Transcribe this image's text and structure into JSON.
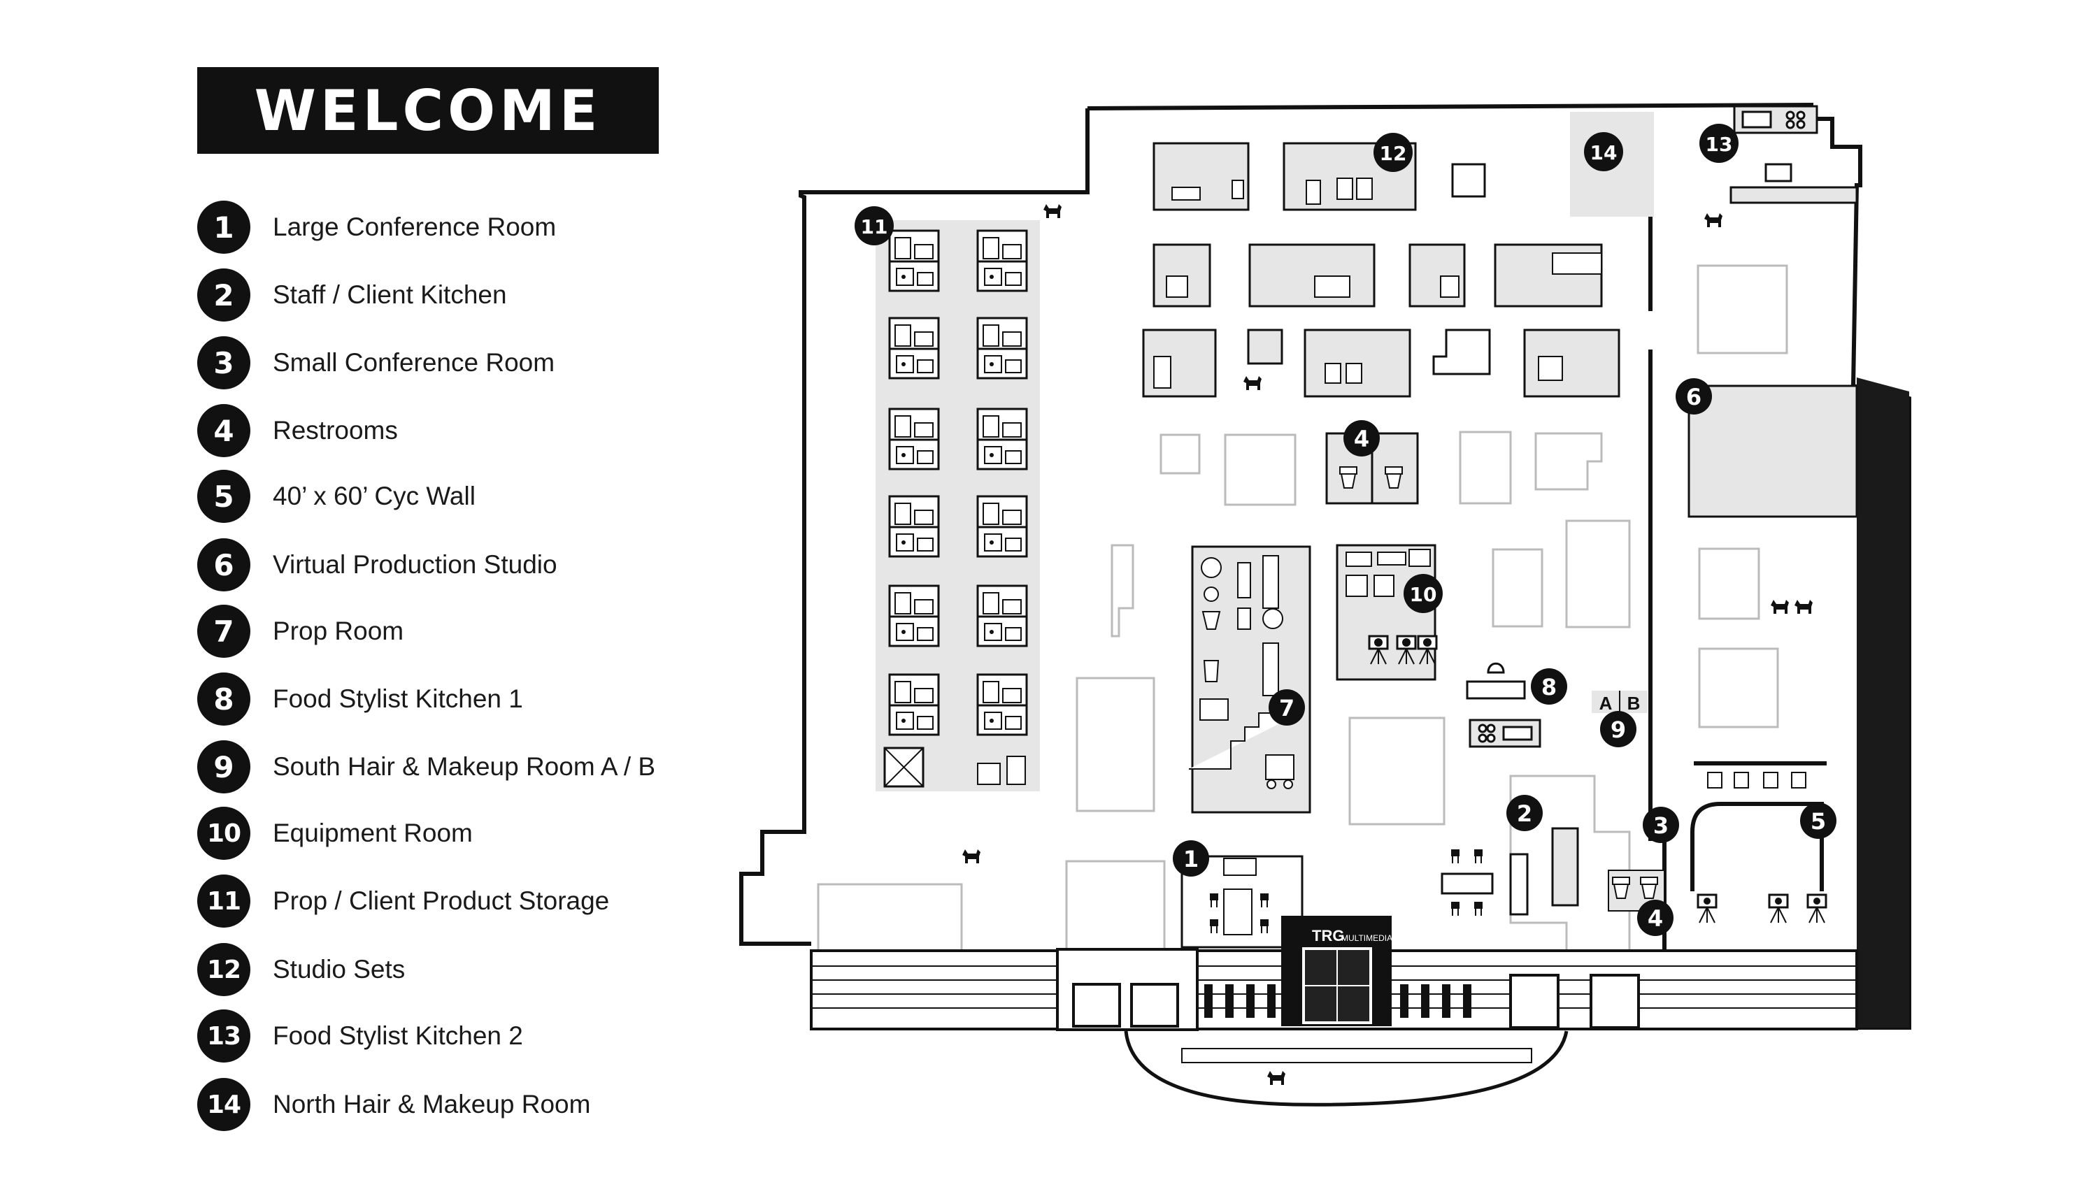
{
  "title": "WELCOME",
  "legend": [
    {
      "num": "1",
      "label": "Large Conference Room"
    },
    {
      "num": "2",
      "label": "Staff / Client Kitchen"
    },
    {
      "num": "3",
      "label": "Small Conference Room"
    },
    {
      "num": "4",
      "label": "Restrooms"
    },
    {
      "num": "5",
      "label": "40’ x 60’ Cyc Wall"
    },
    {
      "num": "6",
      "label": "Virtual Production Studio"
    },
    {
      "num": "7",
      "label": "Prop Room"
    },
    {
      "num": "8",
      "label": "Food Stylist Kitchen 1"
    },
    {
      "num": "9",
      "label": "South Hair & Makeup Room A / B"
    },
    {
      "num": "10",
      "label": "Equipment Room"
    },
    {
      "num": "11",
      "label": "Prop / Client Product Storage"
    },
    {
      "num": "12",
      "label": "Studio Sets"
    },
    {
      "num": "13",
      "label": "Food Stylist Kitchen 2"
    },
    {
      "num": "14",
      "label": "North Hair & Makeup Room"
    }
  ],
  "map": {
    "building_sign": "TRG",
    "building_sign_sub": "MULTIMEDIA",
    "room9_a": "A",
    "room9_b": "B",
    "markers": {
      "m1": "1",
      "m2": "2",
      "m3": "3",
      "m4a": "4",
      "m4b": "4",
      "m5": "5",
      "m6": "6",
      "m7": "7",
      "m8": "8",
      "m9": "9",
      "m10": "10",
      "m11": "11",
      "m12": "12",
      "m13": "13",
      "m14": "14"
    }
  },
  "colors": {
    "ink": "#111111",
    "zone": "#e6e6e6",
    "wall": "#1a1a1a"
  }
}
